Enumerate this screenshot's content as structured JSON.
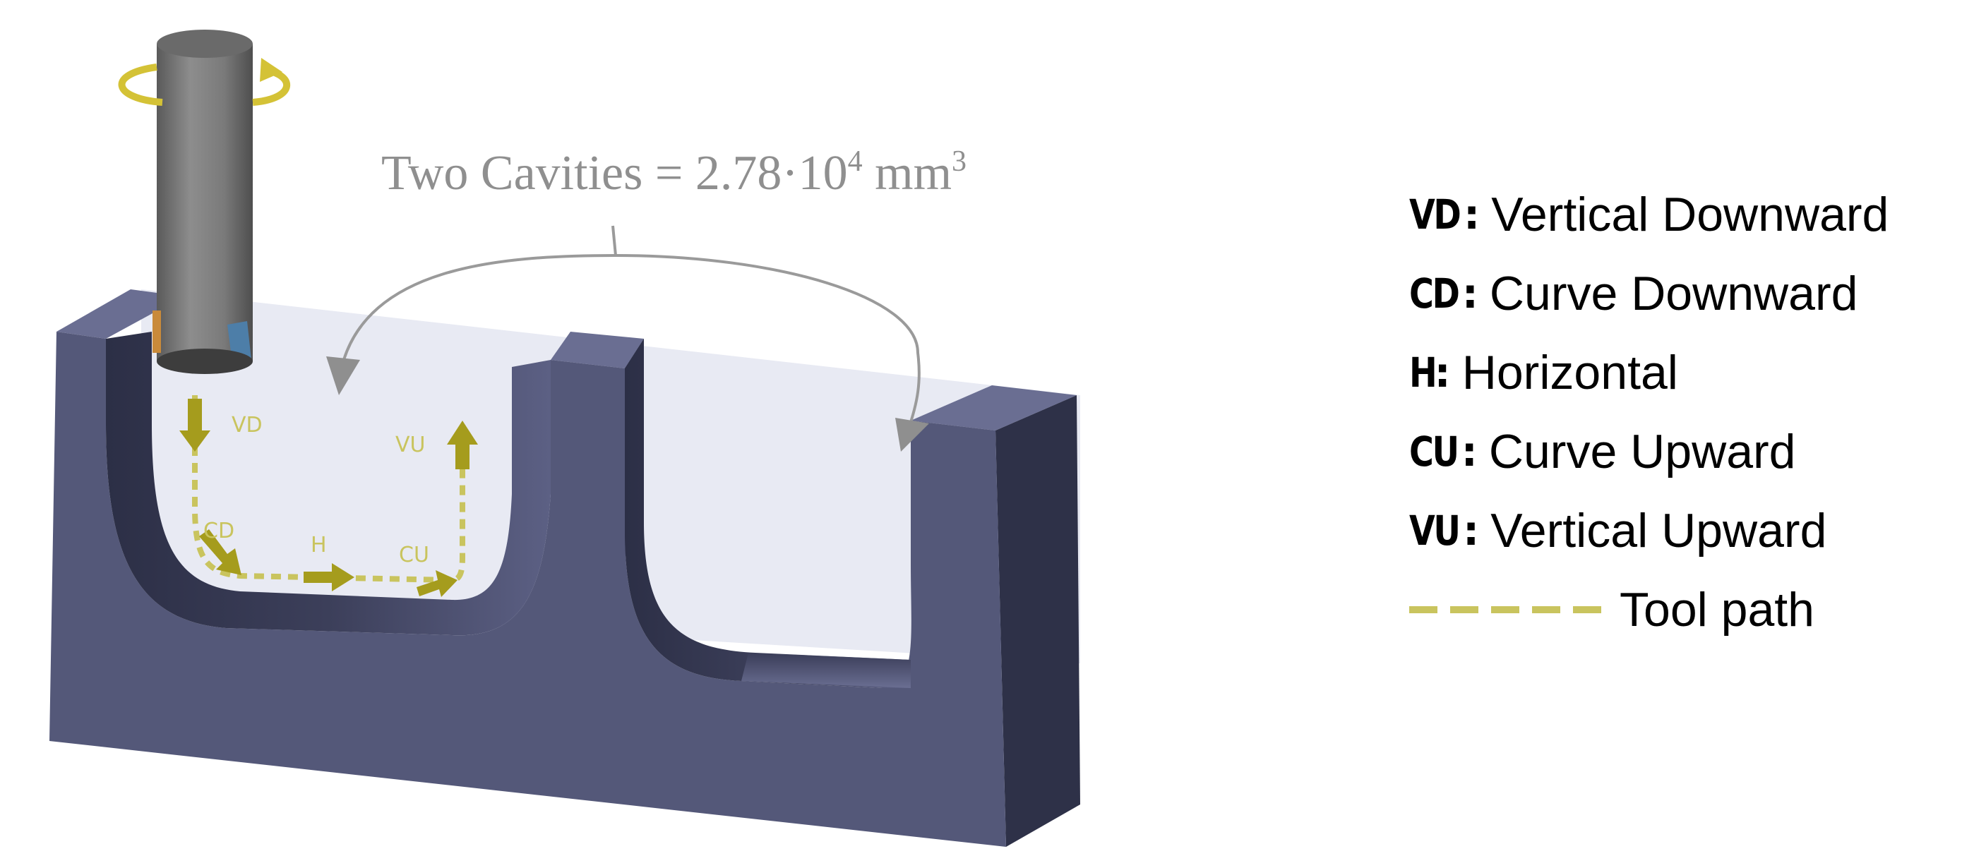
{
  "diagram": {
    "volume_label": {
      "prefix": "Two Cavities = 2.78·10",
      "exponent": "4",
      "unit": " mm",
      "unit_exponent": "3"
    },
    "path_labels": {
      "vd": "VD",
      "cd": "CD",
      "h": "H",
      "cu": "CU",
      "vu": "VU"
    },
    "colors": {
      "workpiece_front": "#545879",
      "workpiece_top": "#6a6e92",
      "workpiece_side": "#2e3148",
      "cavity_back_wall": "#e8eaf3",
      "tool_body": "#7c7c7c",
      "tool_path": "#c9c45e",
      "arrow": "#9a9a9a"
    }
  },
  "legend": {
    "items": [
      {
        "abbr": "VD",
        "desc": "Vertical Downward"
      },
      {
        "abbr": "CD",
        "desc": "Curve Downward"
      },
      {
        "abbr": "H",
        "desc": "Horizontal"
      },
      {
        "abbr": "CU",
        "desc": "Curve Upward"
      },
      {
        "abbr": "VU",
        "desc": "Vertical Upward"
      }
    ],
    "tool_path_label": "Tool path"
  }
}
